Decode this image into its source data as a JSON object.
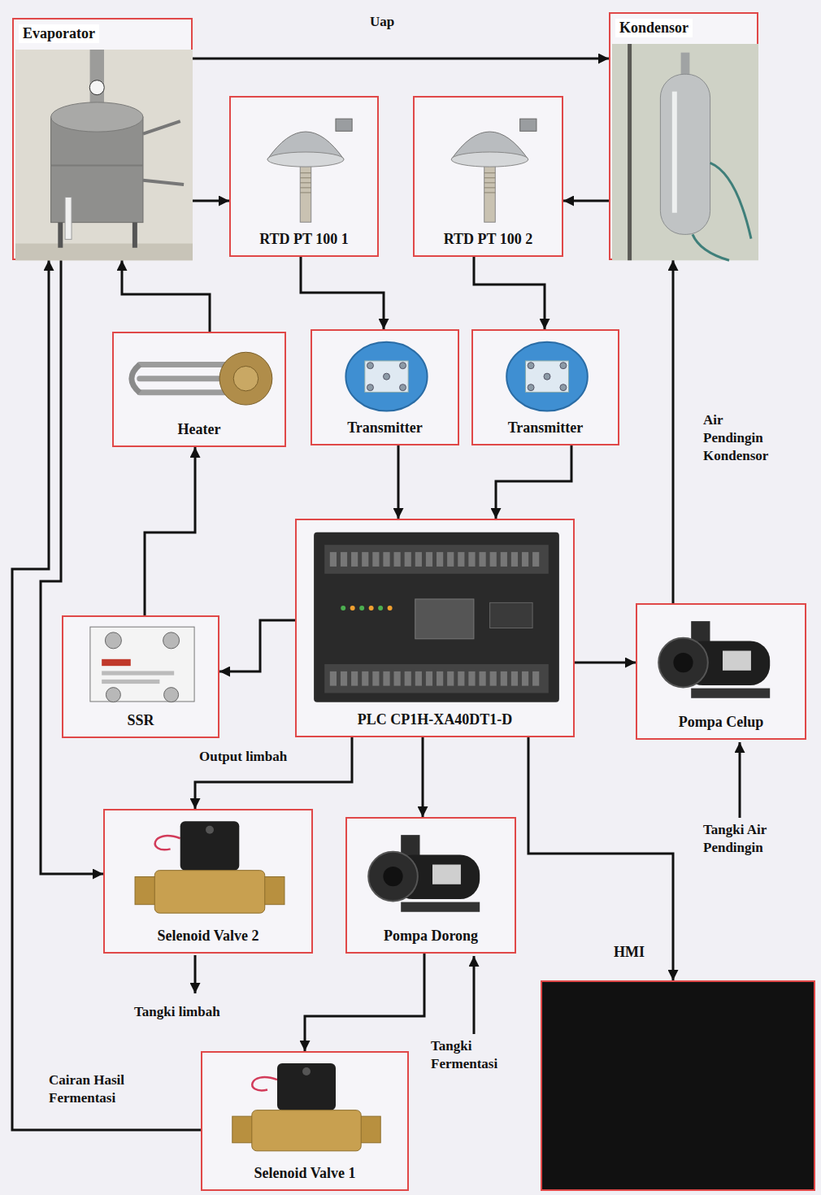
{
  "diagram": {
    "nodes": [
      {
        "text": [
          "Evaporator"
        ]
      },
      {
        "text": [
          "RTD PT 100 1"
        ]
      },
      {
        "text": [
          "RTD PT 100 2"
        ]
      },
      {
        "text": [
          "Kondensor"
        ]
      },
      {
        "text": [
          "Heater"
        ]
      },
      {
        "text": [
          "Transmitter"
        ]
      },
      {
        "text": [
          "Transmitter"
        ]
      },
      {
        "text": [
          "PLC CP1H-XA40DT1-D"
        ]
      },
      {
        "text": [
          "SSR"
        ]
      },
      {
        "text": [
          "Pompa Celup"
        ]
      },
      {
        "text": [
          "Selenoid Valve 2"
        ]
      },
      {
        "text": [
          "Pompa Dorong"
        ]
      },
      {
        "text": [
          "Selenoid Valve 1"
        ]
      },
      {
        "text": [
          "HMI"
        ]
      }
    ],
    "edges": [
      {
        "from": 0,
        "to": 3,
        "label": "Uap",
        "arrow": "to"
      },
      {
        "from": 0,
        "to": 1,
        "arrow": "to"
      },
      {
        "from": 3,
        "to": 2,
        "arrow": "to"
      },
      {
        "from": 1,
        "to": 5,
        "arrow": "to"
      },
      {
        "from": 2,
        "to": 6,
        "arrow": "to"
      },
      {
        "from": 5,
        "to": 7,
        "arrow": "to"
      },
      {
        "from": 6,
        "to": 7,
        "arrow": "to"
      },
      {
        "from": 4,
        "to": 0,
        "arrow": "to"
      },
      {
        "from": 8,
        "to": 4,
        "arrow": "to"
      },
      {
        "from": 7,
        "to": 8,
        "arrow": "to"
      },
      {
        "from": 7,
        "to": 9,
        "arrow": "to"
      },
      {
        "from": 9,
        "to": 3,
        "label": "Air Pendingin Kondensor",
        "arrow": "to"
      },
      {
        "from": 7,
        "to": 10,
        "arrow": "to"
      },
      {
        "from": 7,
        "to": 11,
        "arrow": "to"
      },
      {
        "from": 7,
        "to": 13,
        "arrow": "to"
      },
      {
        "from": 0,
        "to": 10,
        "arrow": "to"
      },
      {
        "from": 11,
        "to": 12,
        "arrow": "to"
      },
      {
        "from": 12,
        "to": 0,
        "arrow": "to"
      }
    ],
    "labels": [
      "Output limbah",
      "Tangki limbah",
      "Tangki Fermentasi",
      "Cairan Hasil Fermentasi",
      "Tangki Air Pendingin"
    ]
  }
}
